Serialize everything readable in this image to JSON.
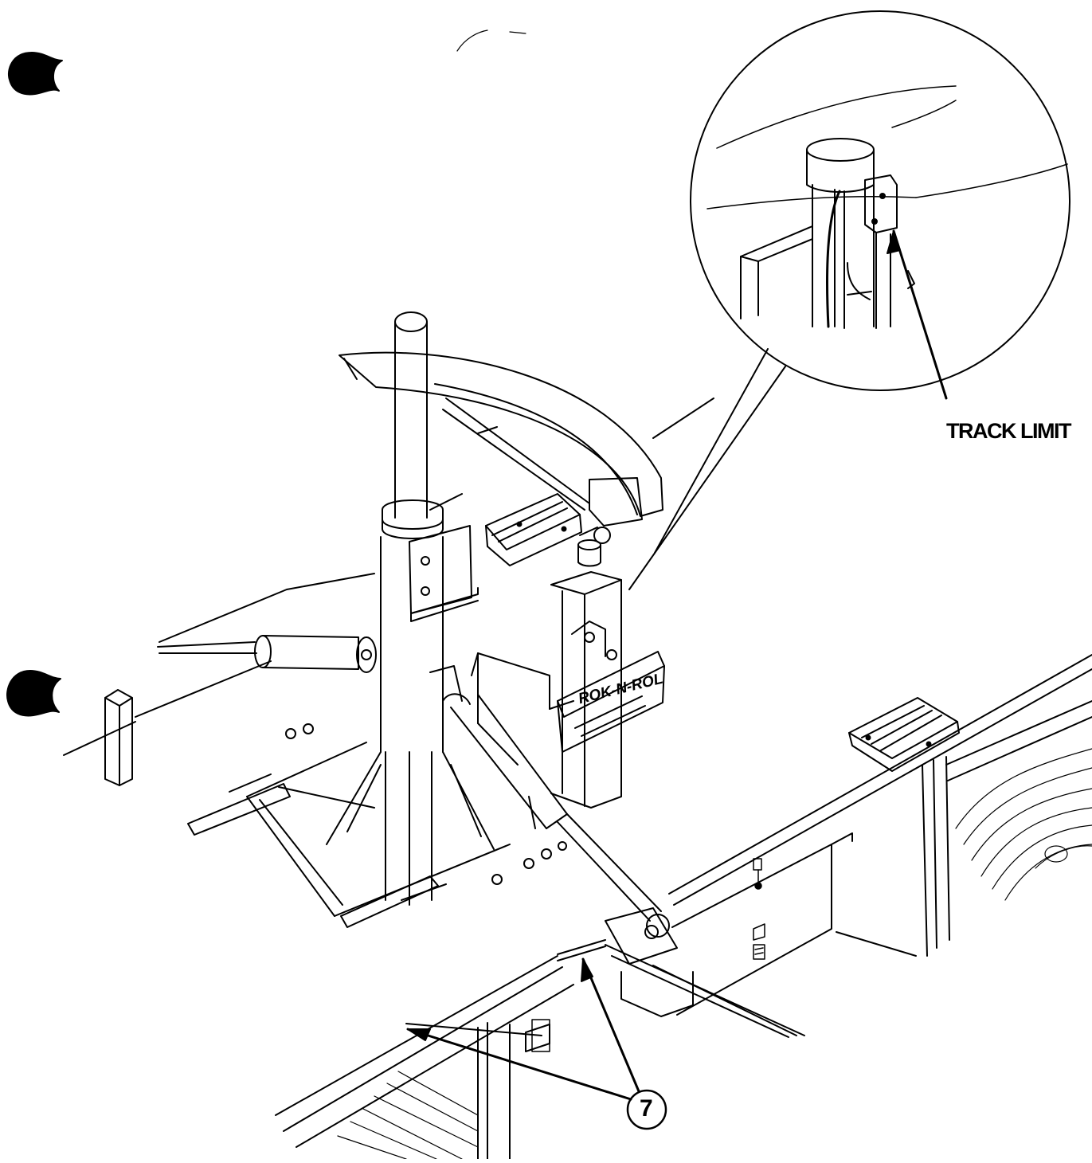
{
  "labels": {
    "track_limit": "TRACK LIMIT",
    "callout_number": "7",
    "plate_brand": "ROK-N-ROL"
  },
  "icons": [
    "binder-hole-icon",
    "binder-hole-icon"
  ],
  "colors": {
    "ink": "#000000",
    "paper": "#ffffff"
  }
}
